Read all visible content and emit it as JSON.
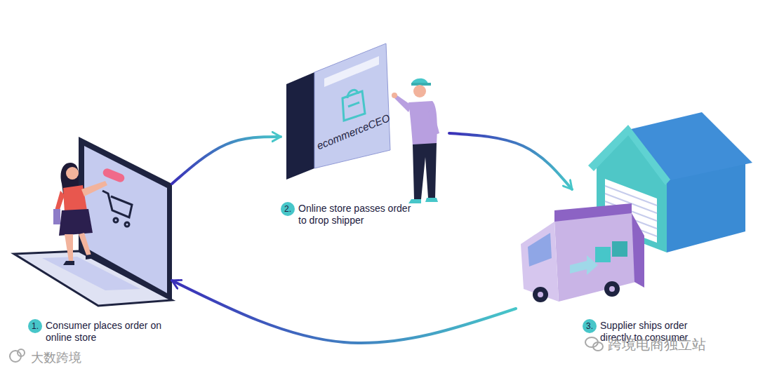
{
  "diagram": {
    "nodes": [
      {
        "text": [
          "1.",
          "Consumer places order on online store"
        ]
      },
      {
        "text": [
          "2.",
          "Online store passes order to drop shipper"
        ]
      },
      {
        "text": [
          "3.",
          "Supplier ships order directly to consumer"
        ]
      }
    ],
    "edges": [
      {
        "from": 0,
        "to": 1,
        "arrow": "to"
      },
      {
        "from": 1,
        "to": 2,
        "arrow": "to"
      },
      {
        "from": 2,
        "to": 0,
        "arrow": "to"
      }
    ],
    "labels": [
      "ecommerceCEO",
      "大数跨境",
      "跨境电商独立站"
    ]
  }
}
